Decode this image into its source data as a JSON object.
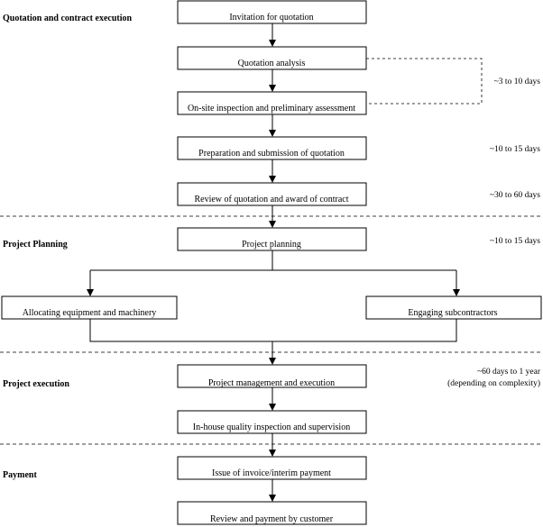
{
  "phases": [
    {
      "id": "quotation",
      "label": "Quotation and contract execution"
    },
    {
      "id": "planning",
      "label": "Project Planning"
    },
    {
      "id": "execution",
      "label": "Project execution"
    },
    {
      "id": "payment",
      "label": "Payment"
    }
  ],
  "steps": {
    "invitation": "Invitation for quotation",
    "analysis": "Quotation analysis",
    "inspection": "On-site inspection and preliminary assessment",
    "preparation": "Preparation and submission of quotation",
    "review": "Review of quotation and award of contract",
    "planning": "Project planning",
    "equipment": "Allocating equipment and machinery",
    "subcontractors": "Engaging subcontractors",
    "management": "Project management and execution",
    "quality": "In-house quality inspection and supervision",
    "invoice": "Issue of invoice/interim payment",
    "customer_payment": "Review and payment by customer"
  },
  "durations": {
    "assessment": "~3 to 10 days",
    "preparation": "~10 to 15 days",
    "review": "~30 to 60 days",
    "planning": "~10 to 15 days",
    "execution_line1": "~60 days to 1 year",
    "execution_line2": "(depending on complexity)"
  }
}
